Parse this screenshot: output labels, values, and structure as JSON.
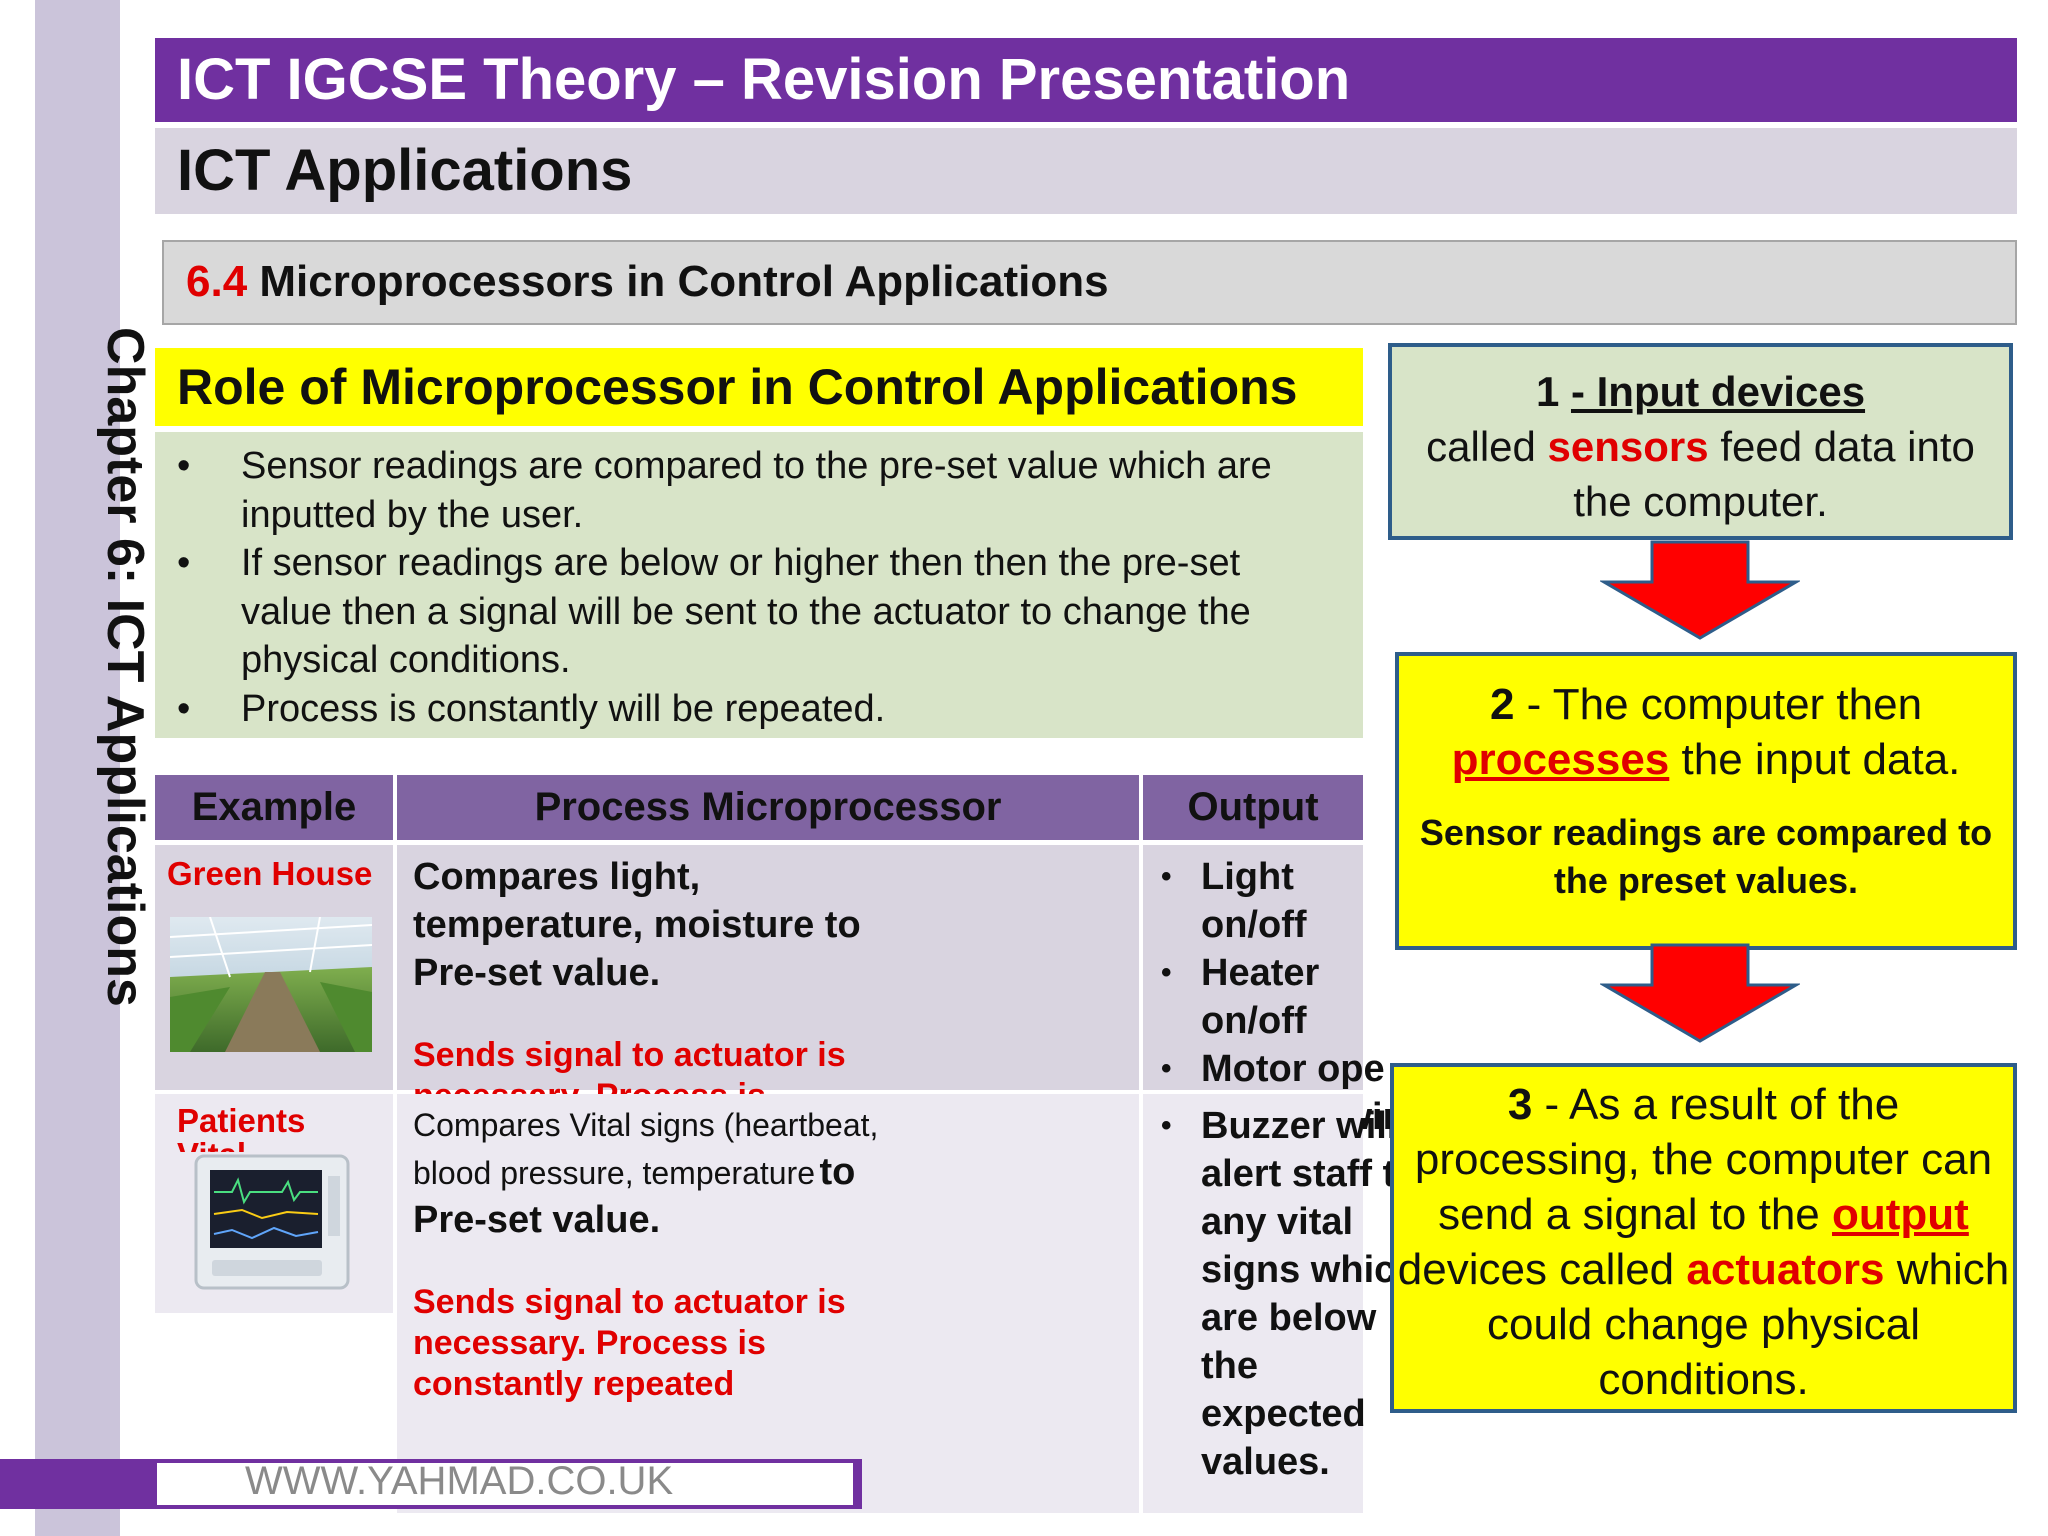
{
  "chapter_label": "Chapter 6: ICT Applications",
  "header": {
    "title": "ICT IGCSE Theory – Revision Presentation",
    "subtitle": "ICT Applications",
    "section_number": "6.4",
    "section_title": "Microprocessors in Control Applications"
  },
  "role": {
    "heading": "Role of Microprocessor in Control Applications",
    "bullets": [
      "Sensor readings are compared to the pre-set value which are  inputted by the user.",
      "If sensor readings are below or higher then then the pre-set value  then a signal will be sent to the actuator to change the physical  conditions.",
      "Process is constantly will be repeated."
    ]
  },
  "table": {
    "headers": [
      "Example",
      "Process Microprocessor",
      "Output"
    ],
    "rows": [
      {
        "example": "Green House",
        "image": "greenhouse-photo",
        "process_main": "Compares light, temperature,  moisture to Pre-set value.",
        "process_note": "Sends signal to actuator is necessary.  Process is constantly repeated",
        "outputs": [
          "Light on/off",
          "Heater on/off",
          "Motor open/close windows"
        ]
      },
      {
        "example": "Patients Vital",
        "image": "patient-monitor-photo",
        "process_main_a": "Compares Vital signs (heartbeat, blood  pressure, temperature",
        "process_main_b": "to Pre-set  value.",
        "process_note": "Sends signal to actuator is necessary.  Process is constantly repeated",
        "outputs": [
          "Buzzer will alert  staff to any vital signs which are  below the expected values."
        ]
      }
    ]
  },
  "flow": {
    "box1": {
      "num": "1",
      "title": "- Input devices",
      "pre": "called",
      "keyword": "sensors",
      "post": "feed data into the  computer."
    },
    "box2": {
      "num": "2",
      "pre": "- The computer then",
      "keyword": "processes",
      "post": "the input data.",
      "note": "Sensor readings are compared to the preset values."
    },
    "box3": {
      "num": "3",
      "pre": "- As a result of the processing, the computer can  send a signal to the",
      "keyword1": "output",
      "mid": "devices called",
      "keyword2": "actuators",
      "post": "which  could change physical  conditions."
    },
    "arrow_color": "#ff0000"
  },
  "footer": {
    "url": "WWW.YAHMAD.CO.UK"
  }
}
